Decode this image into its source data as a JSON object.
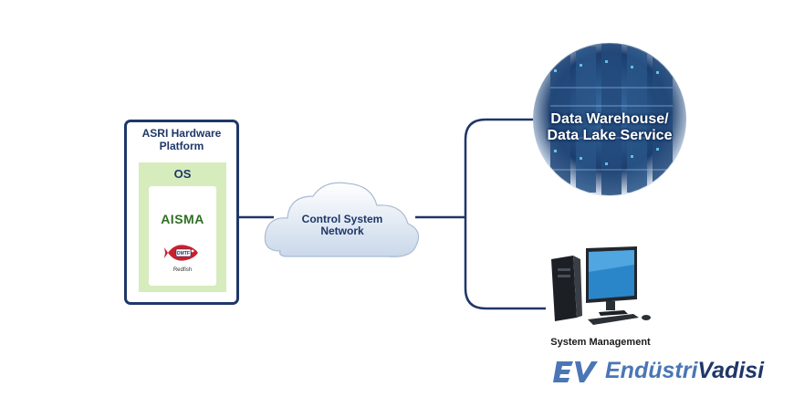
{
  "platform": {
    "title_line1": "ASRI Hardware",
    "title_line2": "Platform",
    "os_label": "OS",
    "logos": {
      "aisma": "AISMA",
      "redfish_badge": "DMTF",
      "redfish_name": "Redfish"
    }
  },
  "cloud": {
    "label_line1": "Control System",
    "label_line2": "Network",
    "icon": "cloud-icon"
  },
  "data_warehouse": {
    "label_line1": "Data Warehouse/",
    "label_line2": "Data Lake Service",
    "icon": "server-rack-icon"
  },
  "system_management": {
    "label": "System Management",
    "icon": "desktop-computer-icon"
  },
  "brand": {
    "text_part1": "Endüstri",
    "text_part2": "Vadisi",
    "icon": "ev-logo-icon"
  },
  "colors": {
    "line": "#1f3768",
    "os_background": "#d7ecbd",
    "brand": "#4a76b5"
  }
}
